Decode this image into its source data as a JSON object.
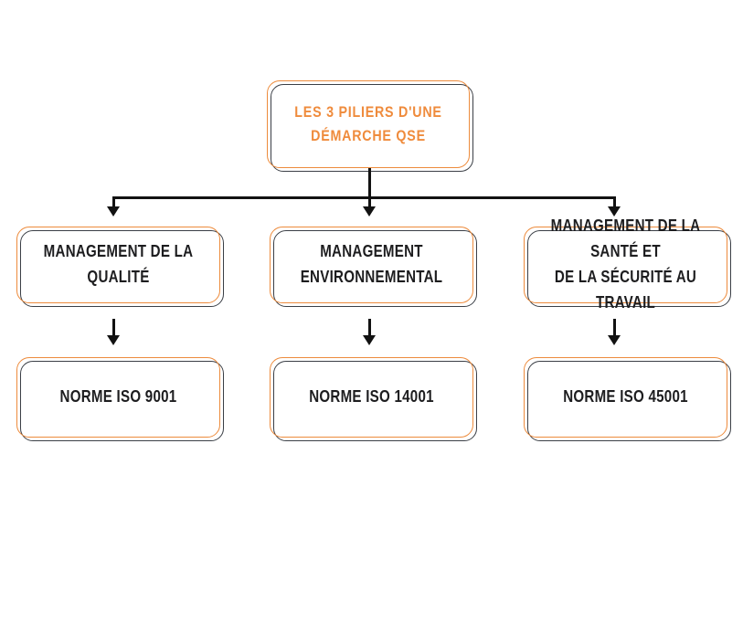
{
  "diagram": {
    "type": "hierarchy-tree",
    "orientation": "top-down",
    "levels": 3,
    "background_color": "#ffffff",
    "accent_color": "#ed8b3c",
    "outline_color": "#3b3f46",
    "text_color": "#1d1d1f",
    "root": {
      "id": "root",
      "label": "LES 3 PILIERS D'UNE\nDÉMARCHE QSE"
    },
    "pillars": [
      {
        "id": "pillar-quality",
        "label": "MANAGEMENT DE LA QUALITÉ",
        "standard": {
          "id": "standard-iso-9001",
          "label": "NORME ISO 9001"
        }
      },
      {
        "id": "pillar-environment",
        "label": "MANAGEMENT\nENVIRONNEMENTAL",
        "standard": {
          "id": "standard-iso-14001",
          "label": "NORME ISO 14001"
        }
      },
      {
        "id": "pillar-health-safety",
        "label": "MANAGEMENT DE LA SANTÉ ET\nDE LA SÉCURITÉ AU TRAVAIL",
        "standard": {
          "id": "standard-iso-45001",
          "label": "NORME ISO 45001"
        }
      }
    ]
  }
}
